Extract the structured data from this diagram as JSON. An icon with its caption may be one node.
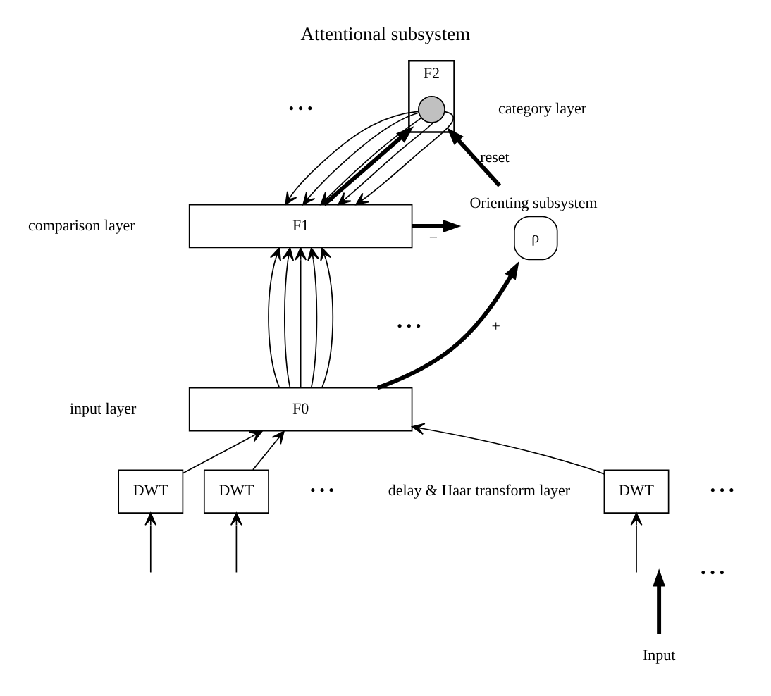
{
  "diagram": {
    "title": "Attentional subsystem",
    "nodes": [
      {
        "text": [
          "F2"
        ]
      },
      {
        "text": [],
        "shape": "circle",
        "in": 0
      },
      {
        "text": [
          "F1"
        ]
      },
      {
        "text": [
          "F0"
        ]
      },
      {
        "text": [
          "DWT"
        ]
      },
      {
        "text": [
          "DWT"
        ]
      },
      {
        "text": [
          "DWT"
        ]
      },
      {
        "text": [
          "ρ"
        ],
        "beside": [
          "Orienting subsystem"
        ]
      },
      {
        "text": [
          "Input"
        ]
      }
    ],
    "edges": [
      {
        "from": 1,
        "to": 2,
        "arrow": "to"
      },
      {
        "from": 1,
        "to": 2,
        "arrow": "to"
      },
      {
        "from": 1,
        "to": 2,
        "arrow": "to"
      },
      {
        "from": 1,
        "to": 2,
        "arrow": "to"
      },
      {
        "from": 1,
        "to": 2,
        "arrow": "to"
      },
      {
        "from": 2,
        "to": 0,
        "arrow": "to",
        "style": "thick"
      },
      {
        "from": 3,
        "to": 2,
        "arrow": "to"
      },
      {
        "from": 3,
        "to": 2,
        "arrow": "to"
      },
      {
        "from": 3,
        "to": 2,
        "arrow": "to"
      },
      {
        "from": 3,
        "to": 2,
        "arrow": "to"
      },
      {
        "from": 3,
        "to": 2,
        "arrow": "to"
      },
      {
        "from": 4,
        "to": 3,
        "arrow": "to"
      },
      {
        "from": 5,
        "to": 3,
        "arrow": "to"
      },
      {
        "from": 6,
        "to": 3,
        "arrow": "to"
      },
      {
        "from": null,
        "to": 4,
        "arrow": "to"
      },
      {
        "from": null,
        "to": 5,
        "arrow": "to"
      },
      {
        "from": null,
        "to": 6,
        "arrow": "to"
      },
      {
        "from": 8,
        "to": null,
        "arrow": "to",
        "style": "thick"
      },
      {
        "from": 2,
        "to": 7,
        "arrow": "to",
        "label": "−",
        "style": "thick"
      },
      {
        "from": 3,
        "to": 7,
        "arrow": "to",
        "label": "+",
        "style": "thick"
      },
      {
        "from": 7,
        "to": 0,
        "arrow": "to",
        "label": "reset",
        "style": "thick"
      }
    ],
    "labels": [
      "category layer",
      "• • •",
      "comparison layer",
      "• • •",
      "input layer",
      "• • •",
      "delay & Haar transform layer",
      "• • •",
      "• • •"
    ]
  }
}
